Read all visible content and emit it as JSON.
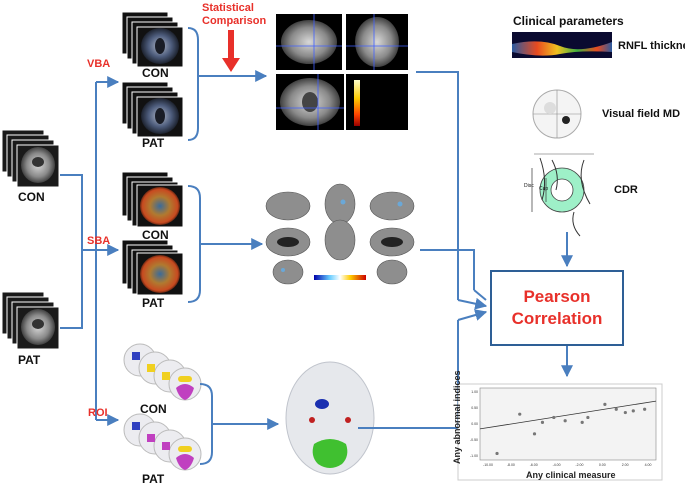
{
  "labels": {
    "con_left": "CON",
    "pat_left": "PAT",
    "vba": "VBA",
    "sba": "SBA",
    "roi": "ROI",
    "con_vba": "CON",
    "pat_vba": "PAT",
    "con_sba": "CON",
    "pat_sba": "PAT",
    "con_roi": "CON",
    "pat_roi": "PAT",
    "statistical_line1": "Statistical",
    "statistical_line2": "Comparison",
    "clinical_parameters": "Clinical parameters",
    "rnfl": "RNFL thickness",
    "visual_field": "Visual field MD",
    "cdr": "CDR",
    "pearson_line1": "Pearson",
    "pearson_line2": "Correlation",
    "cdr_disc": "Disc",
    "cdr_cup": "Cup"
  },
  "scatter": {
    "xlabel": "Any clinical measure",
    "ylabel": "Any abnormal indices",
    "xticks": [
      "-10.00",
      "-8.00",
      "-6.00",
      "-4.00",
      "-2.00",
      "0.00",
      "2.00",
      "4.00"
    ],
    "yticks": [
      "1.00",
      "0.50",
      "0.00",
      "-0.50",
      "-1.00"
    ],
    "points": [
      [
        -10.5,
        -0.9
      ],
      [
        -8.5,
        0.3
      ],
      [
        -7.2,
        -0.3
      ],
      [
        -6.5,
        0.05
      ],
      [
        -5.5,
        0.2
      ],
      [
        -4.5,
        0.1
      ],
      [
        -3.0,
        0.05
      ],
      [
        -2.5,
        0.2
      ],
      [
        -1.0,
        0.6
      ],
      [
        0.0,
        0.45
      ],
      [
        0.8,
        0.35
      ],
      [
        1.5,
        0.4
      ],
      [
        2.5,
        0.45
      ]
    ],
    "trend": [
      [
        -12,
        -0.15
      ],
      [
        3.5,
        0.7
      ]
    ],
    "xrange": [
      -12,
      3.5
    ],
    "yrange": [
      -1.1,
      1.1
    ]
  },
  "colors": {
    "arrow": "#4a7fbf",
    "red": "#e8302a",
    "box_border": "#2e5f96"
  }
}
